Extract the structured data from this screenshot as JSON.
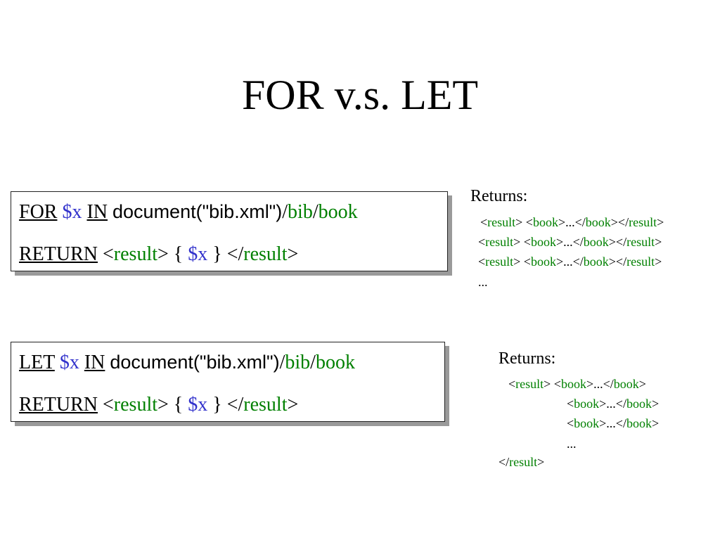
{
  "slide": {
    "title": "FOR v.s. LET"
  },
  "query1": {
    "keyword": "FOR",
    "var": "$x",
    "in_kw": "IN",
    "doc_call": "document(\"bib.xml\")",
    "slash1": "/",
    "path1": "bib",
    "slash2": "/",
    "path2": "book",
    "return_kw": "RETURN",
    "lt1": "<",
    "tag_open": "result",
    "gt_brace": "> {",
    "ret_var": "$x",
    "brace_lt": "} </",
    "tag_close": "result",
    "gt2": ">"
  },
  "query2": {
    "keyword": "LET",
    "var": "$x",
    "in_kw": "IN",
    "doc_call": "document(\"bib.xml\")",
    "slash1": "/",
    "path1": "bib",
    "slash2": "/",
    "path2": "book",
    "return_kw": "RETURN",
    "lt1": "<",
    "tag_open": "result",
    "gt_brace": "> {",
    "ret_var": "$x",
    "brace_lt": "} </",
    "tag_close": "result",
    "gt2": ">"
  },
  "returns1": {
    "label": "Returns:",
    "rows": [
      {
        "p1": "<",
        "t1": "result",
        "p2": "> <",
        "t2": "book",
        "p3": ">...</",
        "t3": "book",
        "p4": "></",
        "t4": "result",
        "p5": ">"
      },
      {
        "p1": "<",
        "t1": "result",
        "p2": "> <",
        "t2": "book",
        "p3": ">...</",
        "t3": "book",
        "p4": "></",
        "t4": "result",
        "p5": ">"
      },
      {
        "p1": "<",
        "t1": "result",
        "p2": "> <",
        "t2": "book",
        "p3": ">...</",
        "t3": "book",
        "p4": "></",
        "t4": "result",
        "p5": ">"
      }
    ],
    "ellipsis": "..."
  },
  "returns2": {
    "label": "Returns:",
    "open": {
      "p1": "<",
      "t1": "result",
      "p2": "> <",
      "t2": "book",
      "p3": ">...</",
      "t3": "book",
      "p4": ">"
    },
    "rows": [
      {
        "p1": "<",
        "t1": "book",
        "p2": ">...</",
        "t2": "book",
        "p3": ">"
      },
      {
        "p1": "<",
        "t1": "book",
        "p2": ">...</",
        "t2": "book",
        "p3": ">"
      }
    ],
    "ellipsis": "...",
    "close": {
      "p1": "</",
      "t1": "result",
      "p2": ">"
    }
  }
}
